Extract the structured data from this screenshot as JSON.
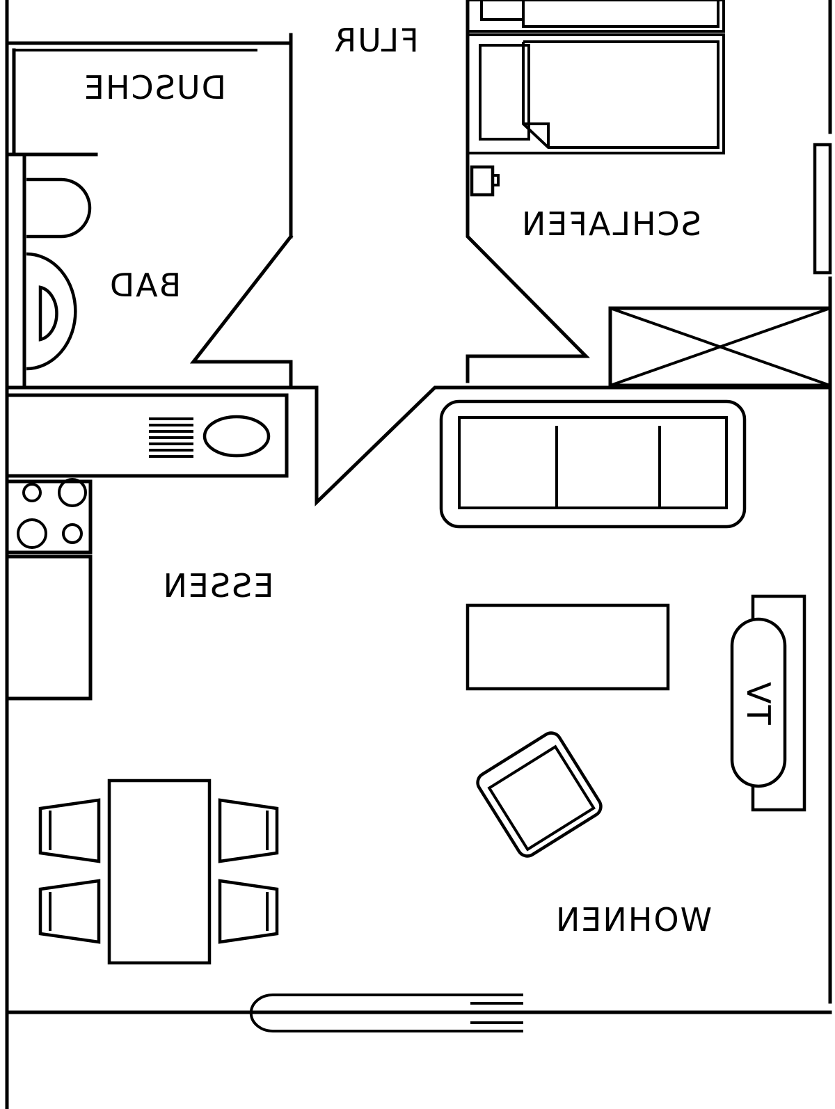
{
  "plan": {
    "rooms": {
      "flur": "FLUR",
      "dusche": "DUSCHE",
      "schlafen": "SCHLAFEN",
      "bad": "BAD",
      "essen": "ESSEN",
      "wohnen": "WOHNEN",
      "tv": "TV"
    },
    "mirrored": true,
    "line_color": "#000000",
    "background": "#ffffff"
  }
}
